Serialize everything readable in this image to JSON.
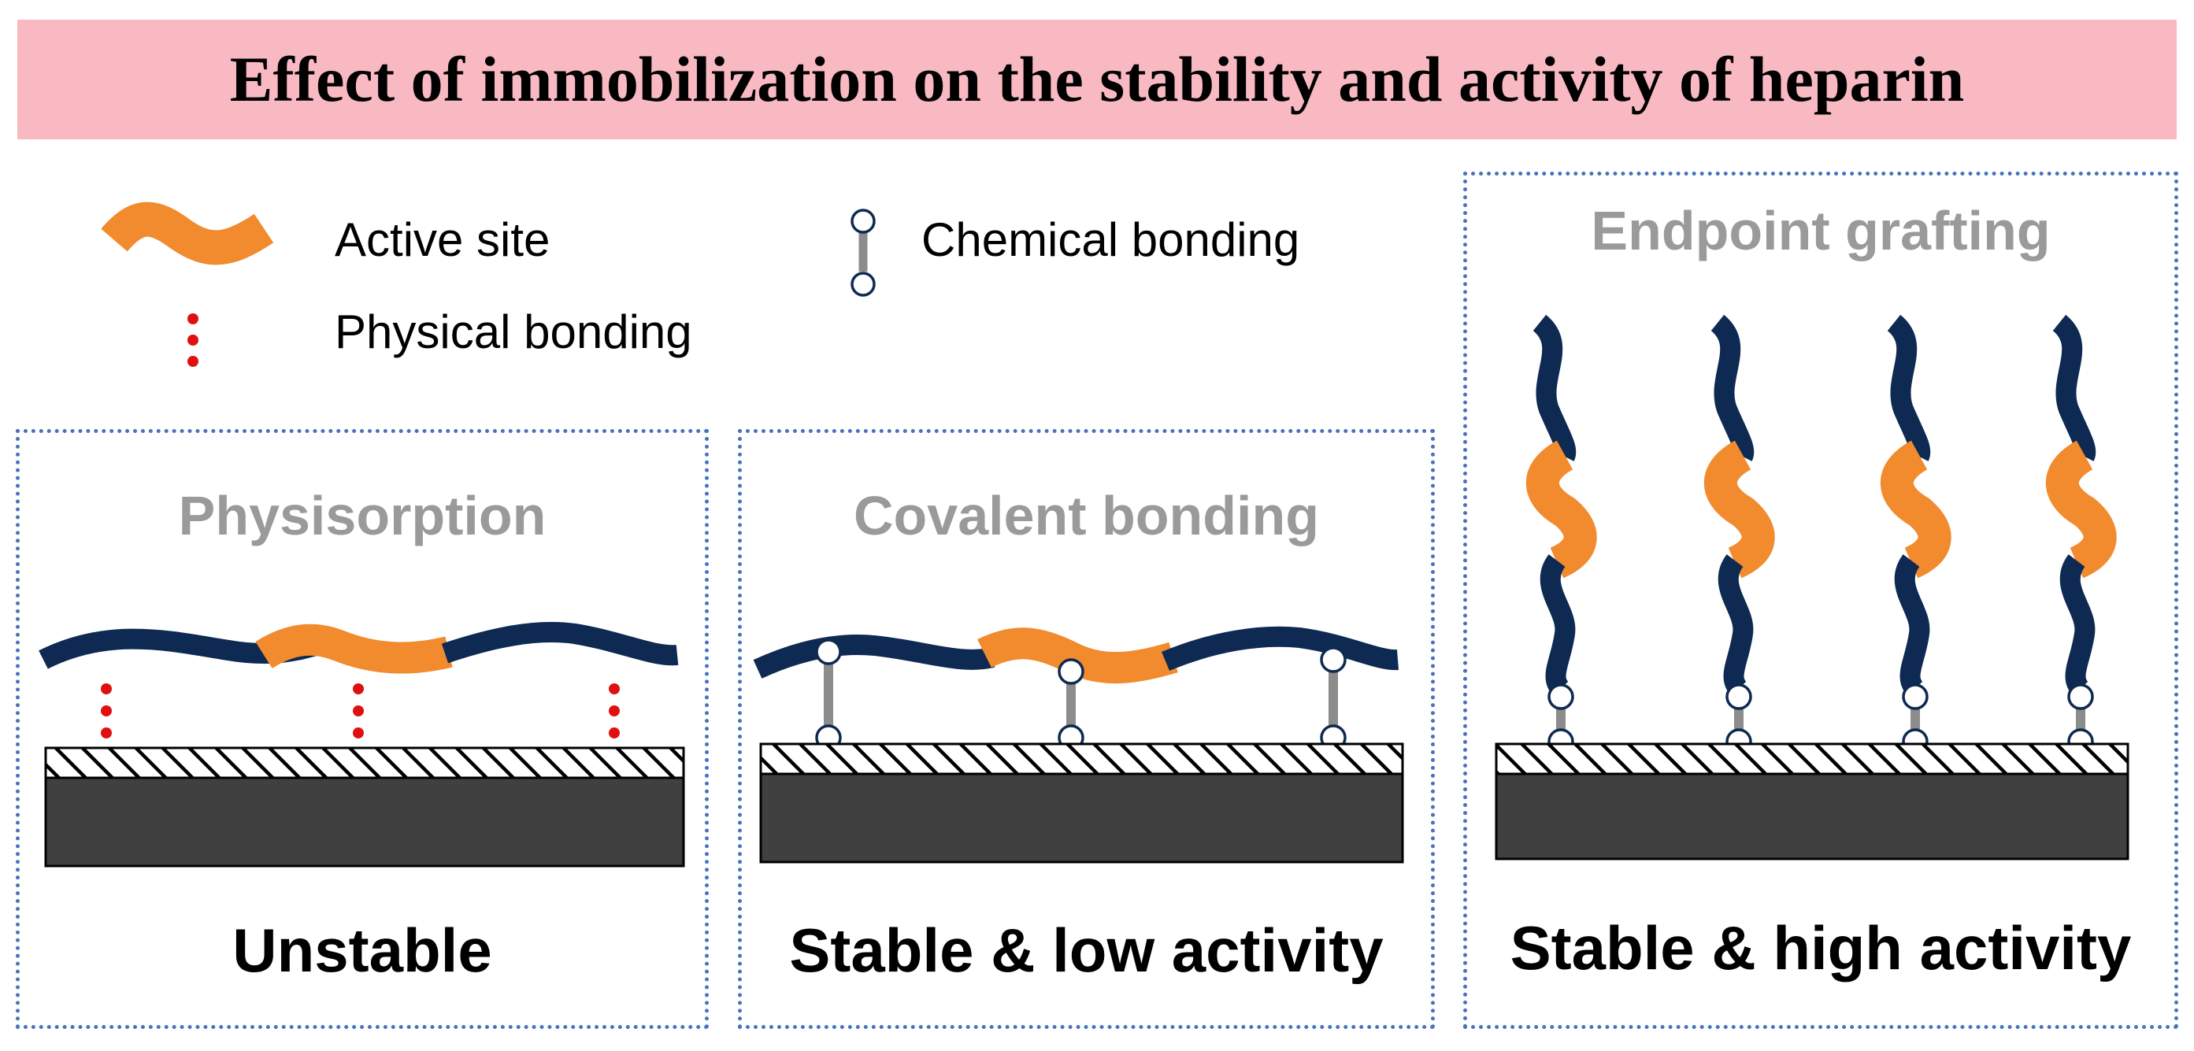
{
  "title": "Effect of immobilization on the stability and activity of heparin",
  "legend": {
    "active_site": "Active site",
    "physical_bonding": "Physical bonding",
    "chemical_bonding": "Chemical bonding"
  },
  "panels": [
    {
      "title": "Physisorption",
      "verdict": "Unstable"
    },
    {
      "title": "Covalent bonding",
      "verdict": "Stable & low activity"
    },
    {
      "title": "Endpoint grafting",
      "verdict": "Stable & high activity"
    }
  ],
  "colors": {
    "banner": "#f9b9c2",
    "chain": "#0e2a52",
    "active_site": "#f28a2e",
    "physical_bond": "#e01010",
    "linker": "#8c8c8c",
    "substrate": "#404040",
    "panel_border": "#4a72b8",
    "panel_title": "#9a9a9a"
  }
}
